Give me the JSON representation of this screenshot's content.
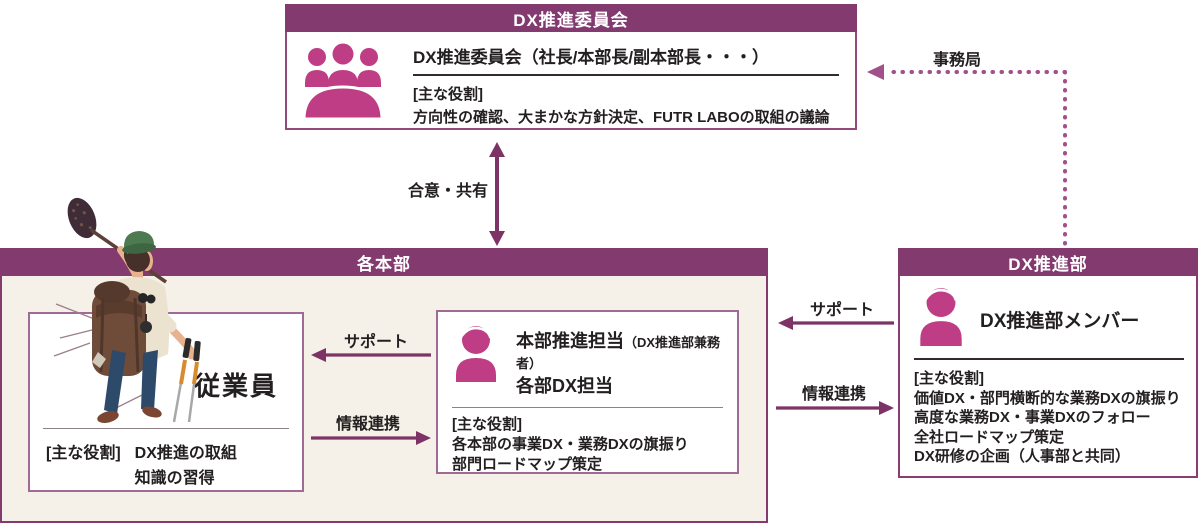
{
  "palette": {
    "header_purple": "#833a6e",
    "box_border_purple": "#93497e",
    "inner_border_purple": "#a06a96",
    "icon_magenta": "#bf3d85",
    "arrow_purple": "#7d3366",
    "dotted_pink": "#a2508c",
    "honbu_bg_cream": "#f5f1e8",
    "text_dark": "#231f20"
  },
  "committee": {
    "header": "DX推進委員会",
    "title": "DX推進委員会（社長/本部長/副本部長・・・）",
    "role_label": "[主な役割]",
    "role": "方向性の確認、大まかな方針決定、FUTR LABOの取組の議論"
  },
  "connectors": {
    "agree": "合意・共有",
    "secretariat": "事務局",
    "support_inner": "サポート",
    "info_inner": "情報連携",
    "support_outer": "サポート",
    "info_outer": "情報連携"
  },
  "honbu": {
    "header": "各本部",
    "employee": {
      "title": "従業員",
      "role_label": "[主な役割]",
      "roles": [
        "DX推進の取組",
        "知識の習得"
      ]
    },
    "promoter": {
      "title_main": "本部推進担当",
      "title_sub": "（DX推進部兼務者）",
      "title_second": "各部DX担当",
      "role_label": "[主な役割]",
      "roles": [
        "各本部の事業DX・業務DXの旗振り",
        "部門ロードマップ策定"
      ]
    }
  },
  "dx_dept": {
    "header": "DX推進部",
    "member": "DX推進部メンバー",
    "role_label": "[主な役割]",
    "roles": [
      "価値DX・部門横断的な業務DXの旗振り",
      "高度な業務DX・事業DXのフォロー",
      "全社ロードマップ策定",
      "DX研修の企画（人事部と共同）"
    ]
  }
}
